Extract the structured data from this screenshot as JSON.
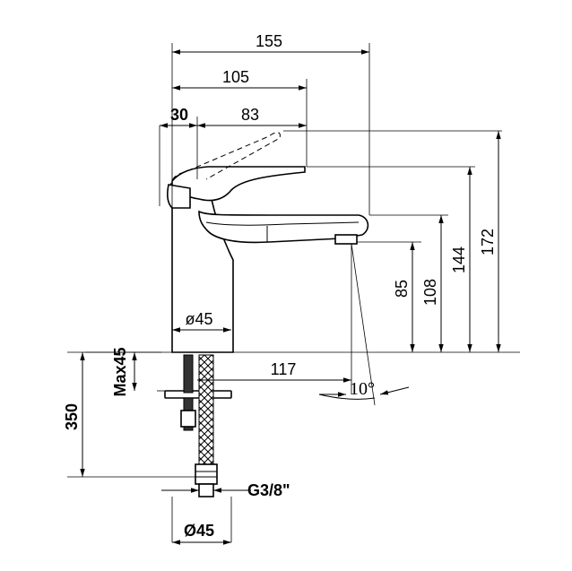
{
  "dimensions": {
    "d155": "155",
    "d105": "105",
    "d30": "30",
    "d83": "83",
    "d172": "172",
    "d144": "144",
    "d108": "108",
    "d85": "85",
    "d117": "117",
    "angle": "10°",
    "phi45_top": "ø45",
    "max45": "Max45",
    "d350": "350",
    "thread": "G3/8\"",
    "phi45_bottom": "Ø45"
  }
}
